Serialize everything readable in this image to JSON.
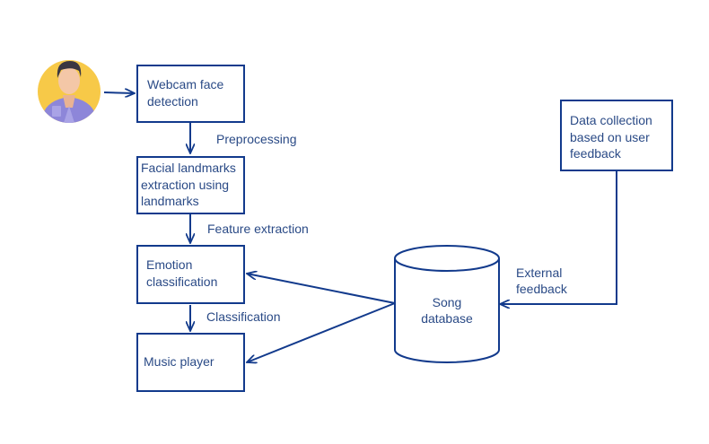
{
  "nodes": {
    "webcam": "Webcam face\ndetection",
    "landmarks": "Facial landmarks\nextraction using\nlandmarks",
    "emotion": "Emotion\nclassification",
    "music": "Music player",
    "song_db": "Song\ndatabase",
    "data_collection": "Data collection\nbased on user\nfeedback"
  },
  "edges": {
    "preprocessing": "Preprocessing",
    "feature_extraction": "Feature extraction",
    "classification": "Classification",
    "external_feedback": "External\nfeedback"
  },
  "icons": {
    "user": "user-avatar-icon"
  },
  "colors": {
    "stroke": "#123a8c",
    "text": "#2a4a86",
    "avatar_bg": "#f7c948",
    "shirt": "#8d86d9",
    "skin": "#f4c7a7",
    "hair": "#3b3742"
  }
}
